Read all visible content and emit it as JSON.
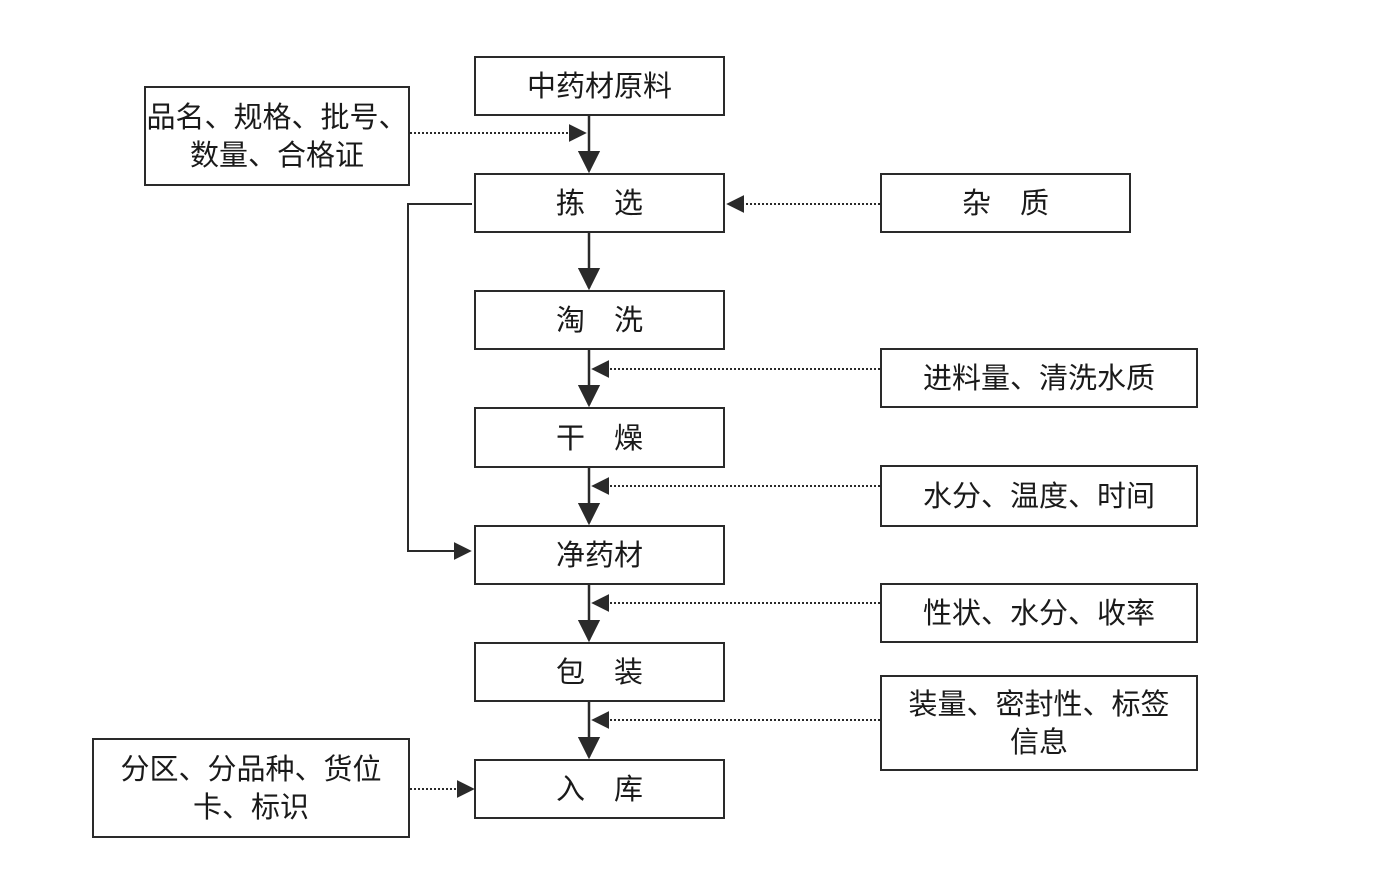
{
  "main_flow": {
    "raw_material": "中药材原料",
    "picking": "拣　选",
    "washing": "淘　洗",
    "drying": "干　燥",
    "clean_herb": "净药材",
    "packaging": "包　装",
    "storage": "入　库"
  },
  "side_notes": {
    "raw_material_check": "品名、规格、批号、\n数量、合格证",
    "impurities": "杂　质",
    "washing_control": "进料量、清洗水质",
    "drying_control": "水分、温度、时间",
    "clean_herb_check": "性状、水分、收率",
    "packaging_check": "装量、密封性、标签\n信息",
    "storage_rules": "分区、分品种、货位\n卡、标识"
  },
  "colors": {
    "line": "#2a2a2a",
    "box_border": "#2a2a2a",
    "background": "#ffffff"
  }
}
